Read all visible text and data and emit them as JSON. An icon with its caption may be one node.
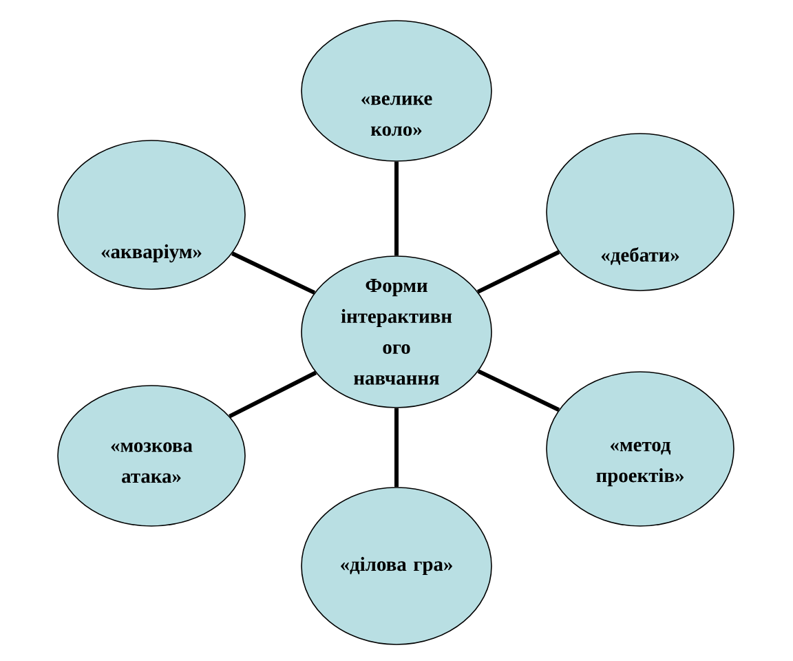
{
  "diagram": {
    "nodes": [
      {
        "text": [
          "Форми інтерактивн ого навчання"
        ]
      },
      {
        "text": [
          "«велике коло»"
        ]
      },
      {
        "text": [
          "«дебати»"
        ]
      },
      {
        "text": [
          "«метод проектів»"
        ]
      },
      {
        "text": [
          "«ділова гра»"
        ]
      },
      {
        "text": [
          "«мозкова атака»"
        ]
      },
      {
        "text": [
          "«акваріум»"
        ]
      }
    ],
    "edges": [
      {
        "from": 0,
        "to": 1,
        "arrow": "none"
      },
      {
        "from": 0,
        "to": 2,
        "arrow": "none"
      },
      {
        "from": 0,
        "to": 3,
        "arrow": "none"
      },
      {
        "from": 0,
        "to": 4,
        "arrow": "none"
      },
      {
        "from": 0,
        "to": 5,
        "arrow": "none"
      },
      {
        "from": 0,
        "to": 6,
        "arrow": "none"
      }
    ]
  }
}
